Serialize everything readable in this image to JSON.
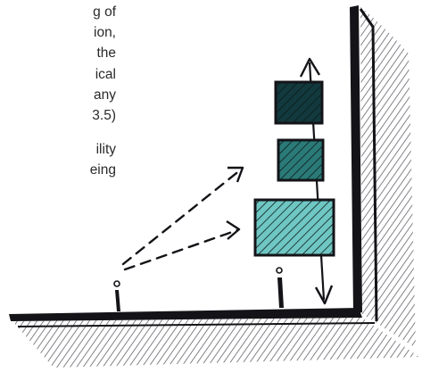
{
  "text": {
    "paragraph1_lines": [
      "g of",
      "ion,",
      "the",
      "ical",
      "any",
      "3.5)"
    ],
    "paragraph2_lines": [
      "ility",
      "eing"
    ]
  },
  "illustration": {
    "colors": {
      "ink": "#141418",
      "box_top": "#12393d",
      "box_middle": "#2a7a78",
      "box_bottom": "#6fc7c3"
    }
  }
}
